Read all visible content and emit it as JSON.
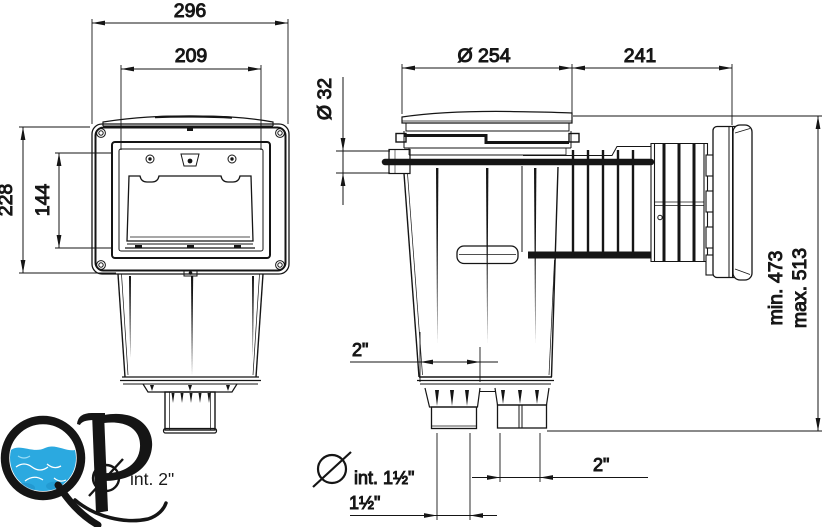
{
  "front_view": {
    "width_total": "296",
    "width_opening": "209",
    "height_total": "228",
    "height_opening": "144"
  },
  "side_view": {
    "lid_diameter": "Ø 254",
    "flange_offset": "241",
    "side_port_diameter": "Ø 32",
    "depth_min": "min. 473",
    "depth_max": "max. 513",
    "outlet_offset": "2\"",
    "outlet_right_size": "2\"",
    "outlet_internal": "int. 1½\"",
    "outlet_bottom_size": "1½\""
  },
  "logo": {
    "monogram": "QP",
    "caption": "int. 2\"",
    "water_color": "#2BA9E0"
  }
}
